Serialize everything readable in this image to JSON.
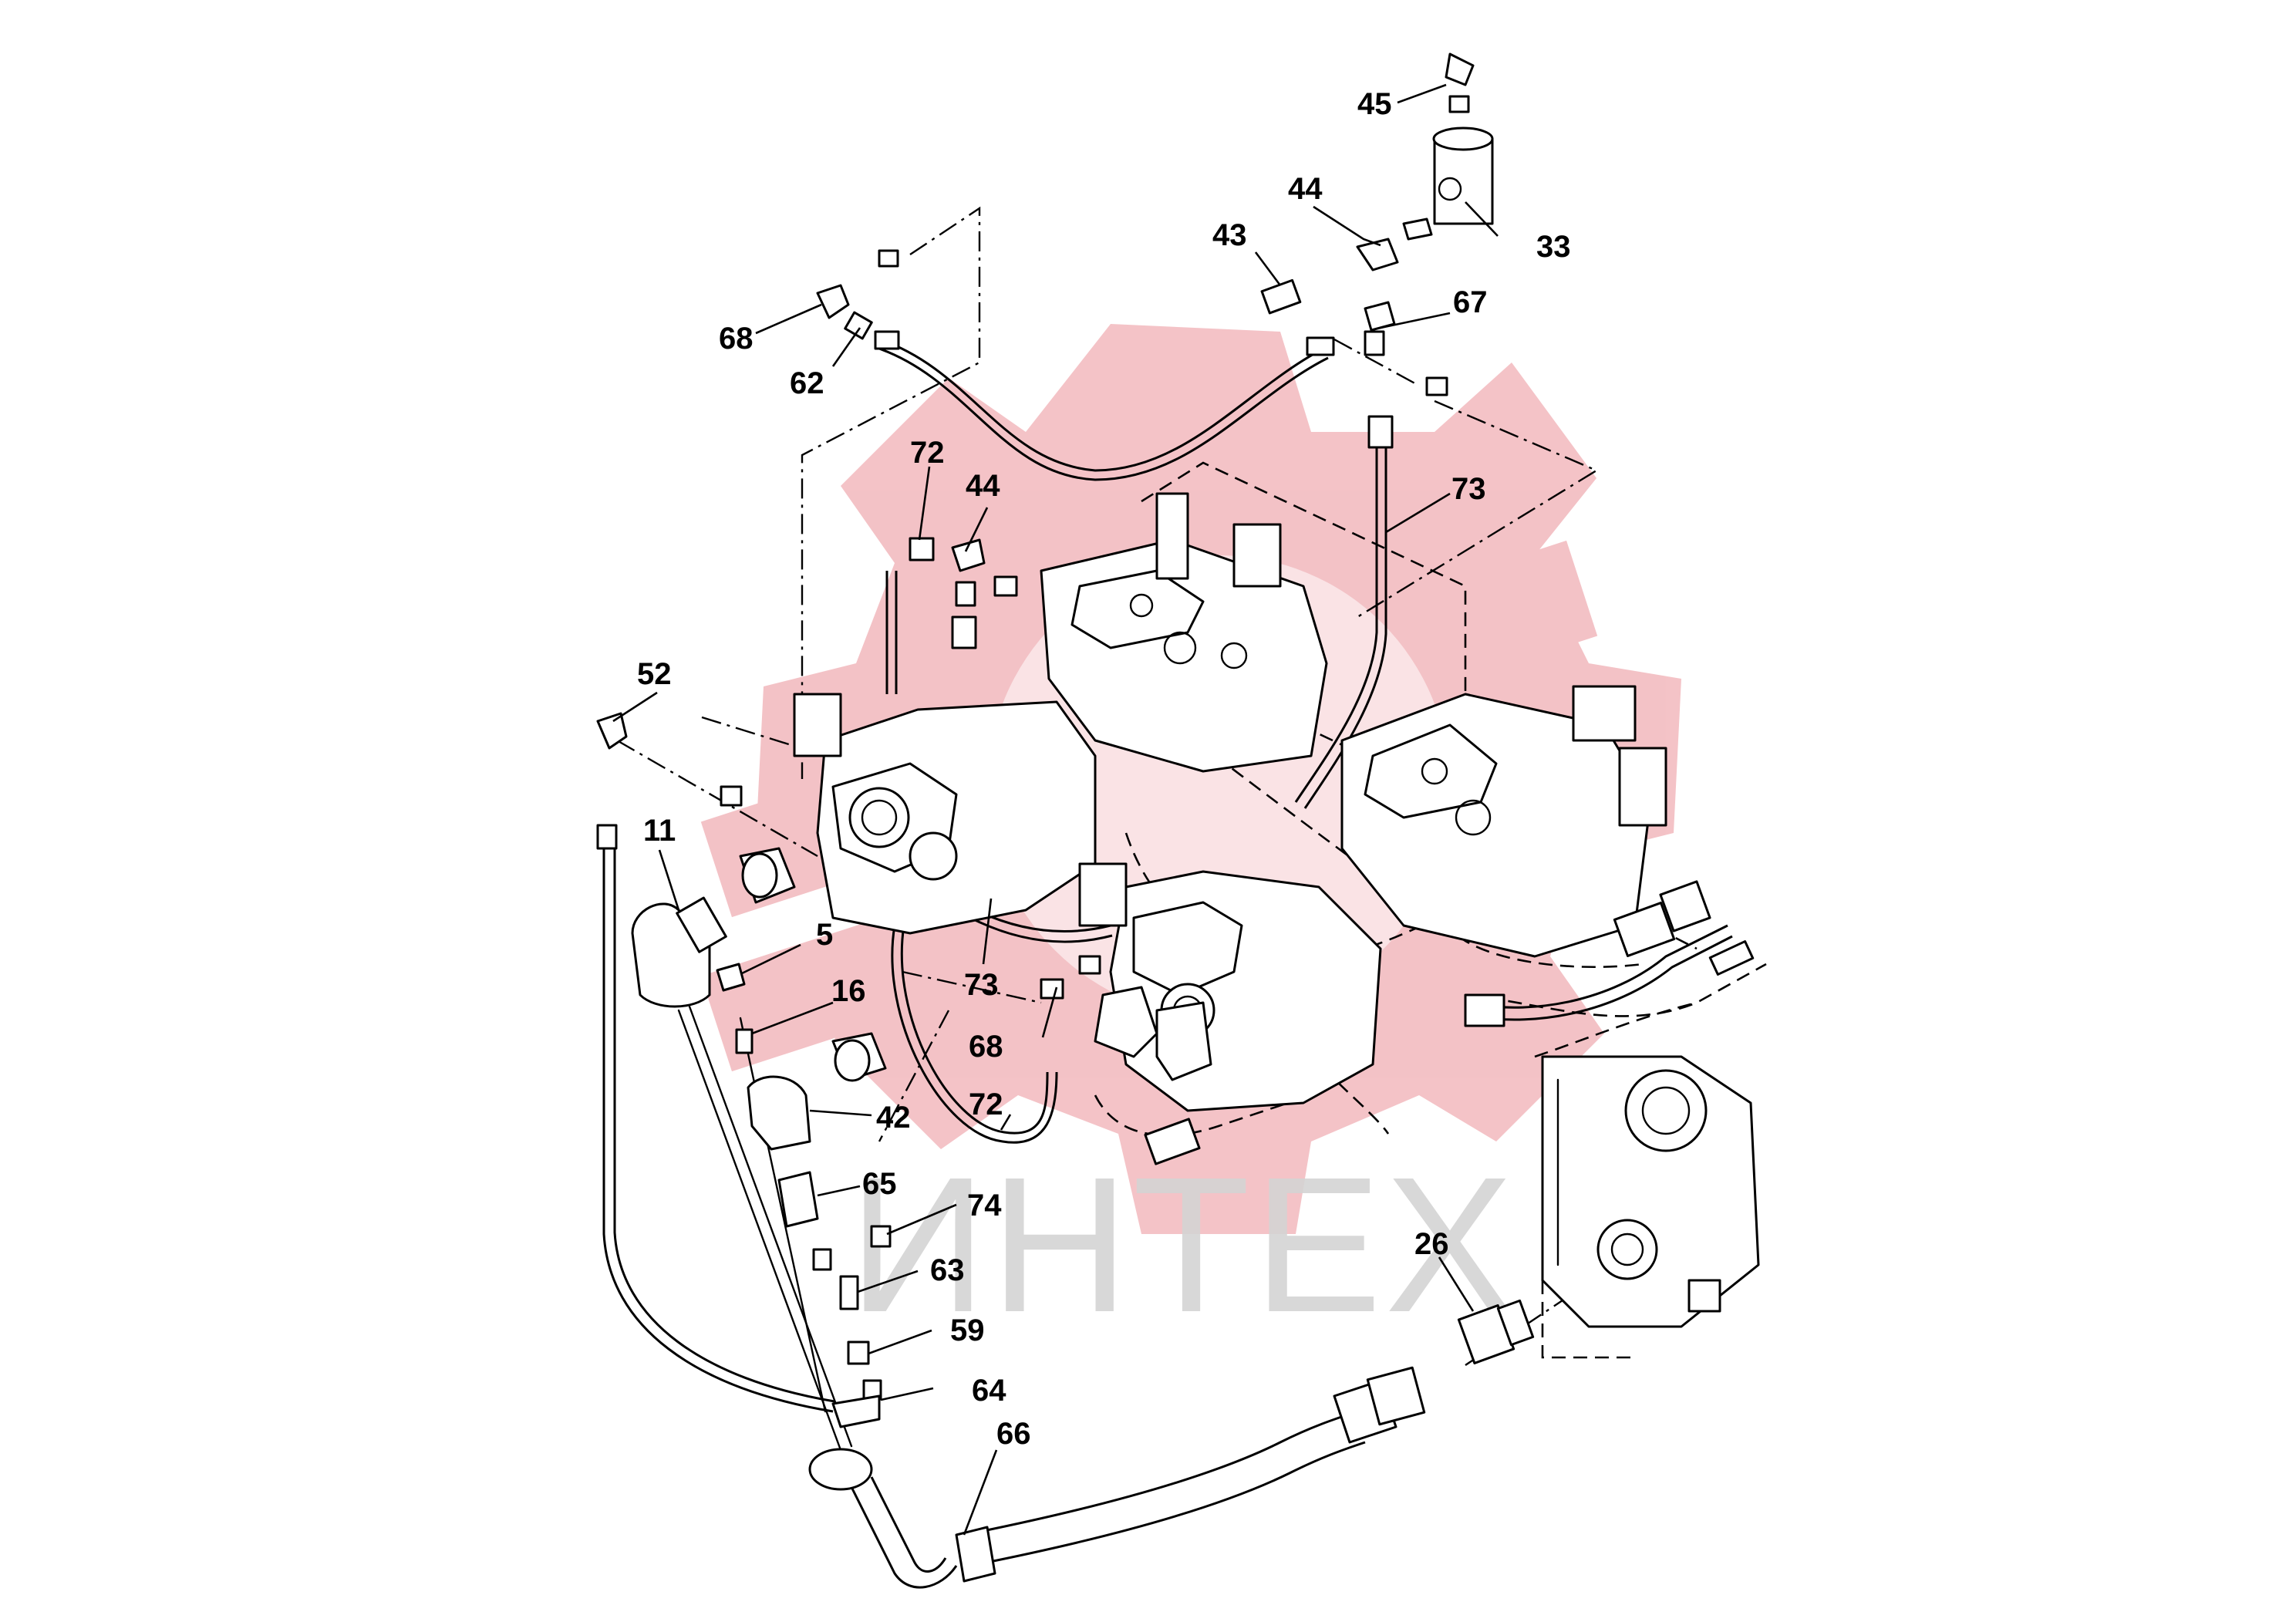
{
  "watermark": {
    "text": "ИНТЕХ",
    "emblem_color": "#f2b8bd",
    "text_color": "#d4d4d4"
  },
  "callouts": [
    {
      "id": "c45",
      "label": "45"
    },
    {
      "id": "c44a",
      "label": "44"
    },
    {
      "id": "c33",
      "label": "33"
    },
    {
      "id": "c43",
      "label": "43"
    },
    {
      "id": "c67",
      "label": "67"
    },
    {
      "id": "c68a",
      "label": "68"
    },
    {
      "id": "c62",
      "label": "62"
    },
    {
      "id": "c72a",
      "label": "72"
    },
    {
      "id": "c44b",
      "label": "44"
    },
    {
      "id": "c73a",
      "label": "73"
    },
    {
      "id": "c52",
      "label": "52"
    },
    {
      "id": "c11",
      "label": "11"
    },
    {
      "id": "c5",
      "label": "5"
    },
    {
      "id": "c16",
      "label": "16"
    },
    {
      "id": "c73b",
      "label": "73"
    },
    {
      "id": "c68b",
      "label": "68"
    },
    {
      "id": "c42",
      "label": "42"
    },
    {
      "id": "c72b",
      "label": "72"
    },
    {
      "id": "c65",
      "label": "65"
    },
    {
      "id": "c74",
      "label": "74"
    },
    {
      "id": "c63",
      "label": "63"
    },
    {
      "id": "c26",
      "label": "26"
    },
    {
      "id": "c59",
      "label": "59"
    },
    {
      "id": "c64",
      "label": "64"
    },
    {
      "id": "c66",
      "label": "66"
    }
  ]
}
